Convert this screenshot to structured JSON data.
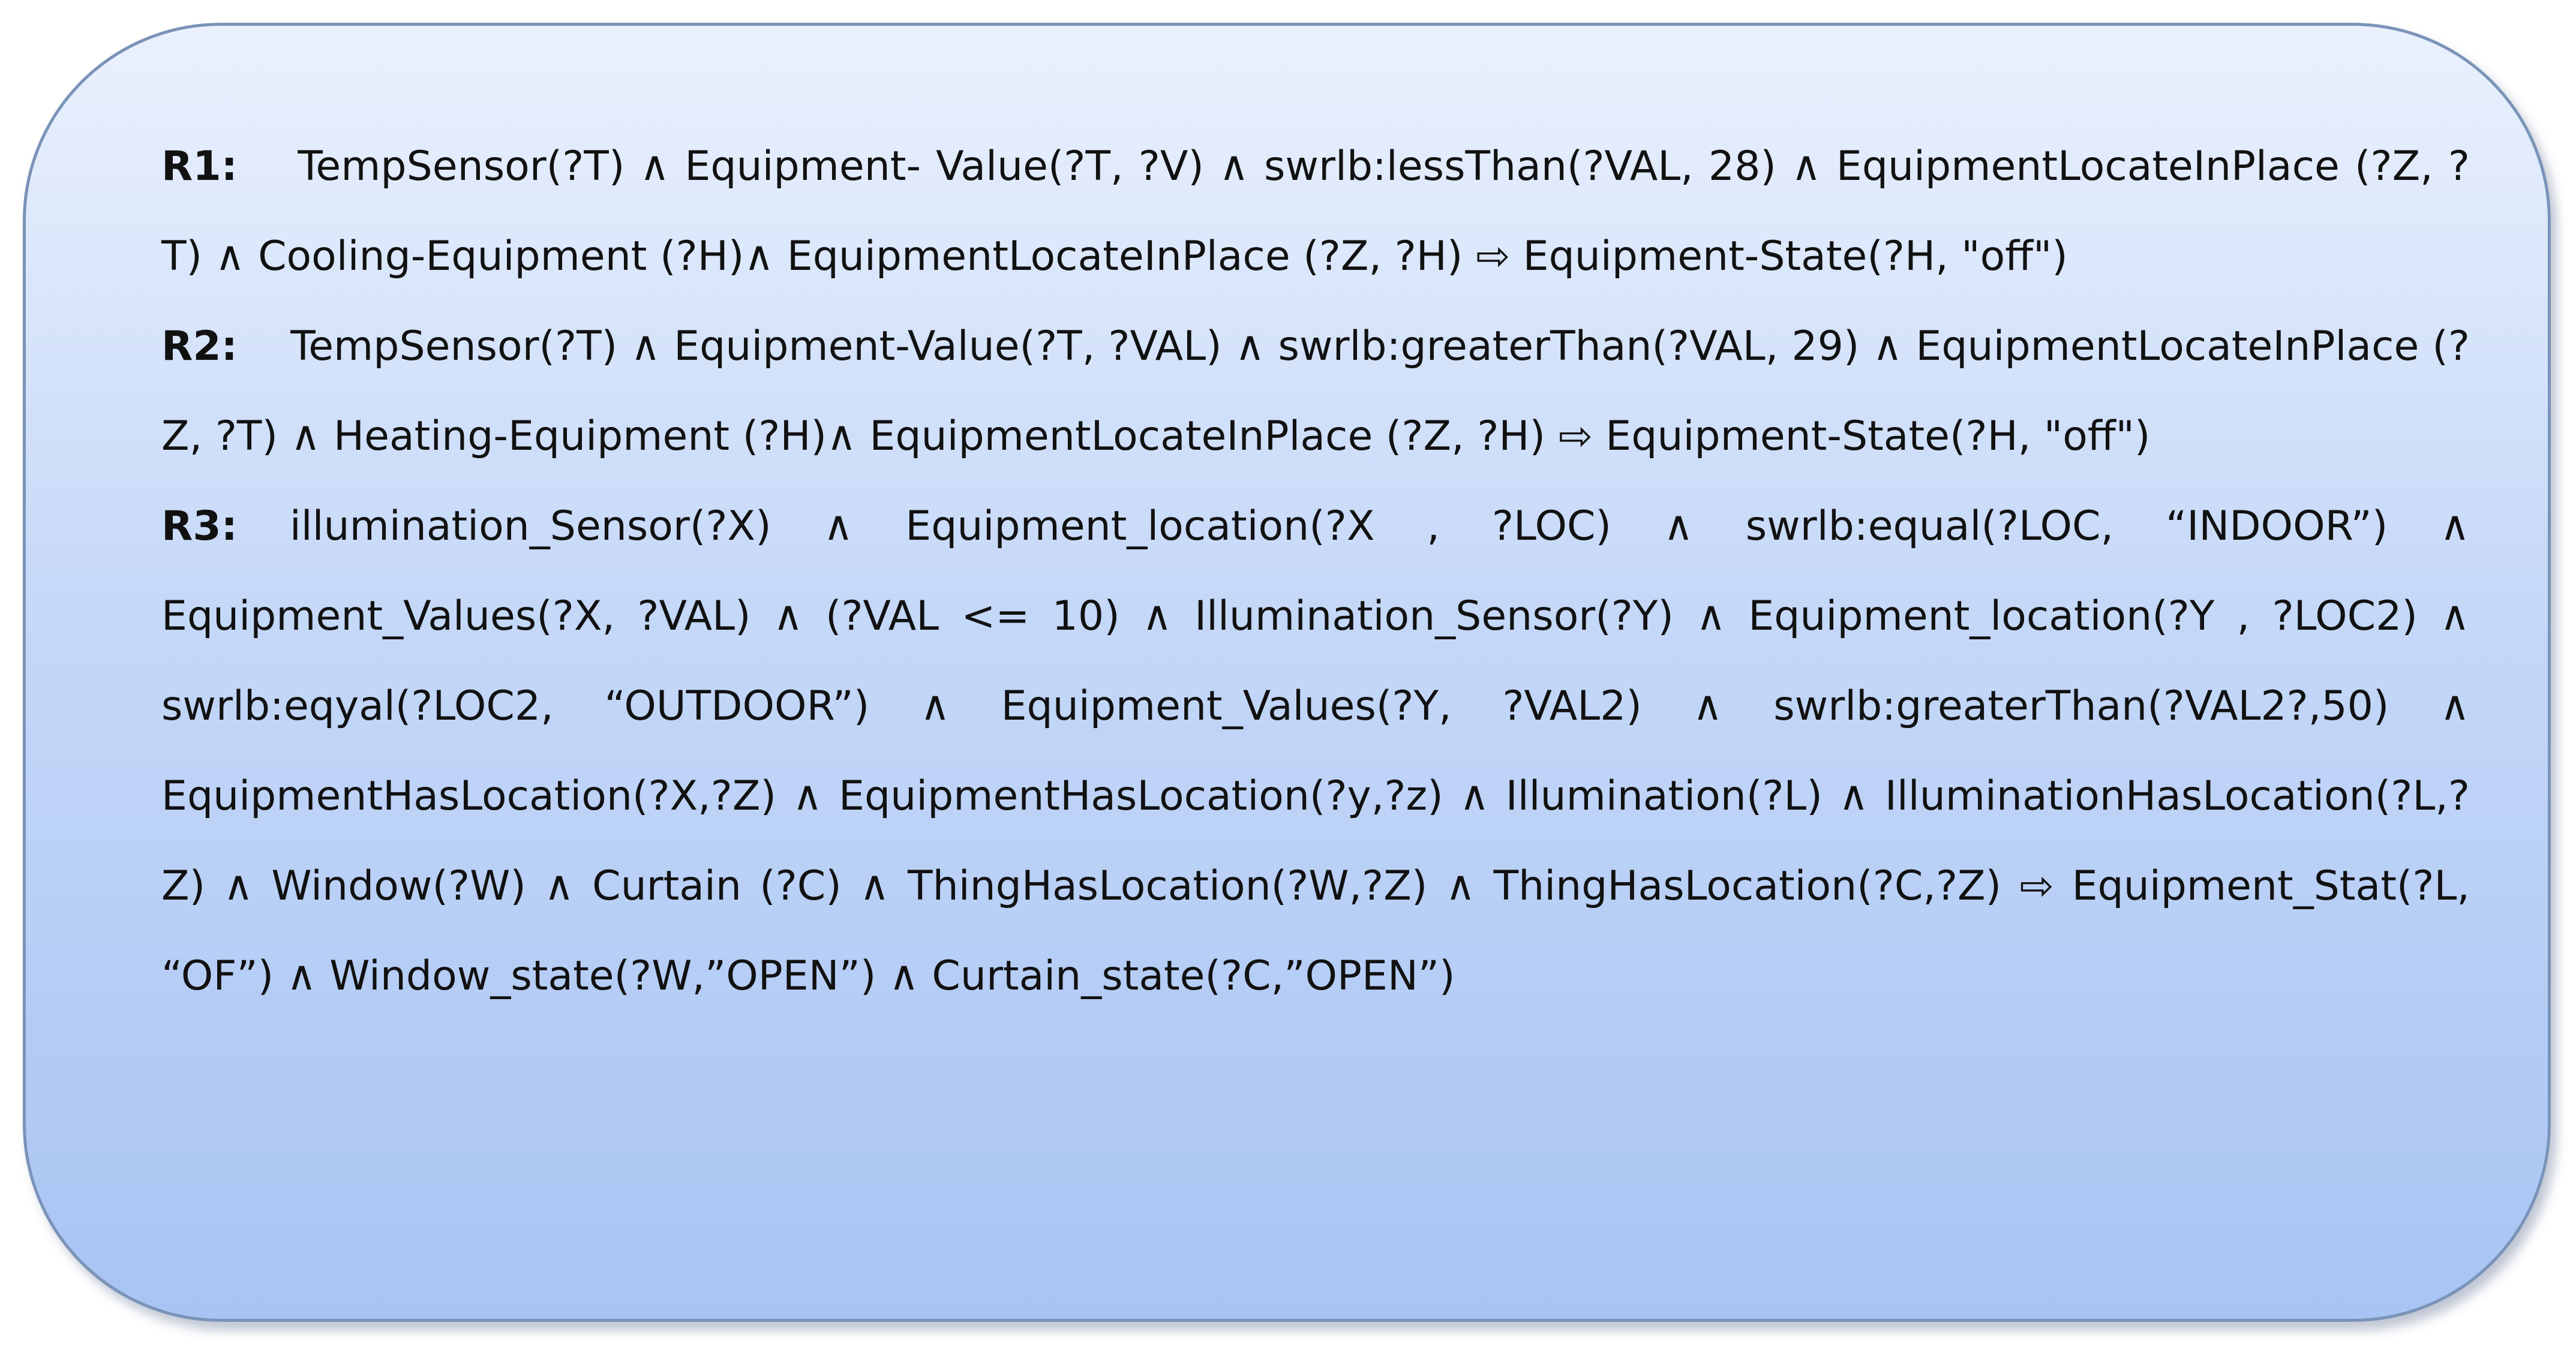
{
  "rules": [
    {
      "id": "R1:",
      "text": "TempSensor(?T) ∧ Equipment- Value(?T, ?V) ∧ swrlb:lessThan(?VAL, 28) ∧ EquipmentLocateInPlace (?Z, ?T) ∧ Cooling-Equipment (?H)∧ EquipmentLocateInPlace (?Z, ?H) ⇨ Equipment-State(?H, \"off\")"
    },
    {
      "id": "R2:",
      "text": "TempSensor(?T) ∧ Equipment-Value(?T, ?VAL) ∧ swrlb:greaterThan(?VAL, 29) ∧ EquipmentLocateInPlace (?Z, ?T) ∧ Heating-Equipment (?H)∧ EquipmentLocateInPlace (?Z, ?H) ⇨ Equipment-State(?H, \"off\")"
    },
    {
      "id": "R3:",
      "text": "illumination_Sensor(?X) ∧ Equipment_location(?X , ?LOC) ∧ swrlb:equal(?LOC, “INDOOR”) ∧ Equipment_Values(?X, ?VAL) ∧ (?VAL <= 10) ∧ Illumination_Sensor(?Y) ∧ Equipment_location(?Y , ?LOC2) ∧ swrlb:eqyal(?LOC2, “OUTDOOR”) ∧ Equipment_Values(?Y, ?VAL2) ∧ swrlb:greaterThan(?VAL2?,50) ∧ EquipmentHasLocation(?X,?Z) ∧ EquipmentHasLocation(?y,?z) ∧ Illumination(?L) ∧ IlluminationHasLocation(?L,?Z) ∧ Window(?W) ∧ Curtain (?C) ∧ ThingHasLocation(?W,?Z) ∧ ThingHasLocation(?C,?Z) ⇨ Equipment_Stat(?L, “OF”) ∧ Window_state(?W,”OPEN”) ∧ Curtain_state(?C,”OPEN”)"
    }
  ]
}
